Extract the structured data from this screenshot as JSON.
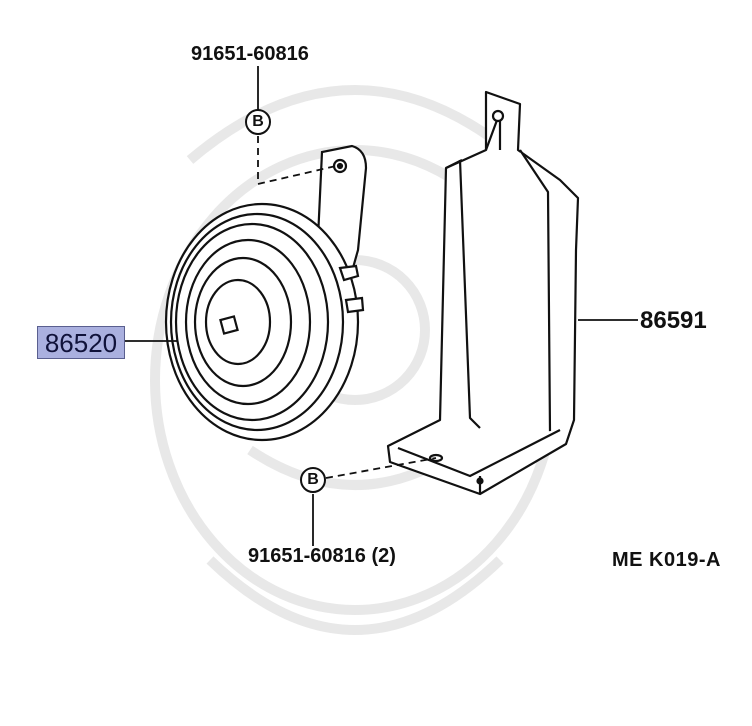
{
  "diagram": {
    "callouts": {
      "top_bolt": "91651-60816",
      "bottom_bolt": "91651-60816 (2)",
      "bracket": "86591",
      "horn": "86520"
    },
    "markers": {
      "top": "B",
      "bottom": "B"
    },
    "figure_code": "ME  K019-A",
    "colors": {
      "highlight": "#aab0df",
      "ink": "#111111",
      "watermark": "#e6e6e6"
    }
  }
}
